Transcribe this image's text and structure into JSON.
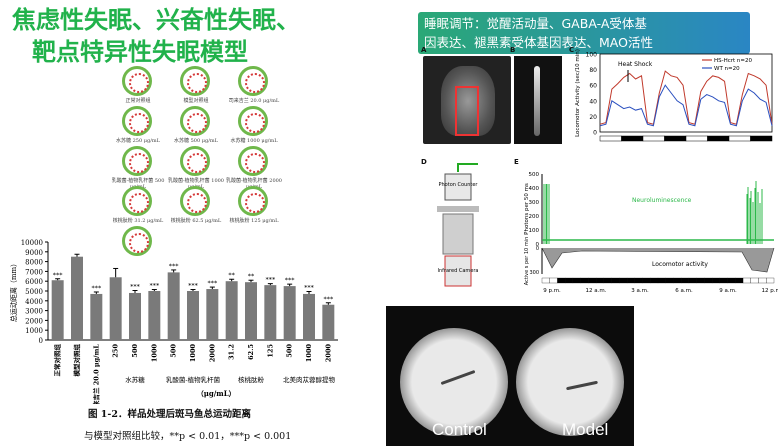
{
  "title": {
    "line1": "焦虑性失眠、兴奋性失眠、",
    "line2": "靶点特异性失眠模型"
  },
  "banner": {
    "line1": "睡眠调节：觉醒活动量、GABA-A受体基",
    "line2": "因表达、褪黑素受体基因表达、MAO活性"
  },
  "dish_labels": [
    "正常对照组",
    "模型对照组",
    "司来吉兰 20.0 μg/mL",
    "水苏糖 250 μg/mL",
    "水苏糖 500 μg/mL",
    "水苏糖 1000 μg/mL",
    "乳酸菌-植物乳杆菌 500 μg/mL",
    "乳酸菌-植物乳杆菌 1000 μg/mL",
    "乳酸菌-植物乳杆菌 2000 μg/mL",
    "核桃肽粉 31.2 μg/mL",
    "核桃肽粉 62.5 μg/mL",
    "核桃肽粉 125 μg/mL"
  ],
  "chart_data": [
    {
      "type": "bar",
      "ylabel": "总运动距离（mm）",
      "xlabel": "（μg/mL）",
      "ylim": [
        0,
        10000
      ],
      "yticks": [
        0,
        1000,
        2000,
        3000,
        4000,
        5000,
        6000,
        7000,
        8000,
        9000,
        10000
      ],
      "categories": [
        "正常对照组",
        "模型对照组",
        "司来吉兰 20.0 μg/mL",
        "250",
        "500",
        "1000",
        "500",
        "1000",
        "2000",
        "31.2",
        "62.5",
        "125",
        "500",
        "1000",
        "2000"
      ],
      "values": [
        6100,
        8500,
        4700,
        6400,
        4800,
        5000,
        6900,
        5000,
        5200,
        6000,
        5900,
        5600,
        5500,
        4700,
        3600
      ],
      "errors": [
        150,
        250,
        200,
        900,
        250,
        150,
        250,
        150,
        200,
        200,
        200,
        150,
        200,
        250,
        200
      ],
      "sig": [
        "***",
        "",
        "***",
        "",
        "***",
        "***",
        "***",
        "***",
        "***",
        "**",
        "**",
        "***",
        "***",
        "***",
        "***"
      ],
      "groups": [
        {
          "label": "水苏糖",
          "start": 3,
          "end": 5
        },
        {
          "label": "乳酸菌-植物乳杆菌",
          "start": 6,
          "end": 8
        },
        {
          "label": "核桃肽粉",
          "start": 9,
          "end": 11
        },
        {
          "label": "北美肉苁蓉醇提物",
          "start": 12,
          "end": 14
        }
      ]
    },
    {
      "type": "line",
      "xlabel": "",
      "ylabel": "Locomotor Activity (sec/10 min)",
      "ylim": [
        0,
        100
      ],
      "yticks": [
        0,
        20,
        40,
        60,
        80,
        100
      ],
      "annotation": "Heat Shock",
      "series": [
        {
          "name": "HS-Hcrt n=20",
          "color": "#c0392b",
          "values": [
            10,
            12,
            55,
            62,
            70,
            75,
            68,
            72,
            12,
            10,
            50,
            78,
            72,
            70,
            60,
            12,
            10,
            52,
            65,
            72,
            70,
            65,
            12,
            10,
            48,
            75,
            72,
            68,
            60,
            10
          ]
        },
        {
          "name": "WT    n=20",
          "color": "#2a4fbf",
          "values": [
            8,
            10,
            40,
            35,
            30,
            32,
            28,
            30,
            10,
            8,
            45,
            60,
            50,
            40,
            35,
            10,
            8,
            42,
            48,
            45,
            40,
            38,
            10,
            8,
            40,
            55,
            50,
            42,
            38,
            8
          ]
        }
      ]
    },
    {
      "type": "line",
      "xlabel": "",
      "ylabel": "Photons per 50 ms",
      "ylim": [
        0,
        500
      ],
      "yticks": [
        0,
        100,
        200,
        300,
        400,
        500
      ],
      "x": [
        "9 p.m.",
        "12 a.m.",
        "3 a.m.",
        "6 a.m.",
        "9 a.m.",
        "12 p.m."
      ],
      "label": "Neuroluminescence",
      "sub_ylabel": "Active s per 10 min",
      "sub_label": "Locomotor activity",
      "sub_yticks": [
        300,
        0
      ]
    }
  ],
  "panels": {
    "a": "A",
    "b": "B",
    "c": "C",
    "d": "D",
    "e": "E",
    "d_parts": [
      "Photon Counter",
      "Infrared Camera"
    ]
  },
  "caption": {
    "line1": "图 1-2．样品处理后斑马鱼总运动距离",
    "line2": "与模型对照组比较，**p < 0.01，***p < 0.001"
  },
  "video": {
    "control": "Control",
    "model": "Model"
  },
  "colors": {
    "title": "#21b24b",
    "bar": "#7a7a7a"
  }
}
